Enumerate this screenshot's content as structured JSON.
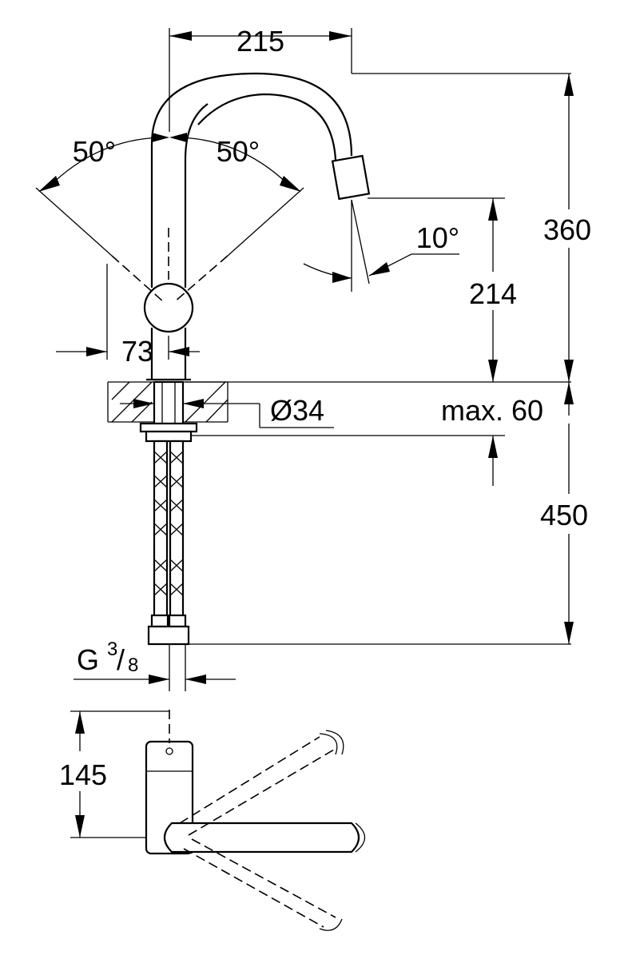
{
  "dimensions": {
    "spout_reach": "215",
    "left_angle": "50°",
    "right_angle": "50°",
    "spray_angle": "10°",
    "total_height": "360",
    "spout_height": "214",
    "lever_offset": "73",
    "hole_diameter": "Ø34",
    "max_counter": "max. 60",
    "hose_length": "450",
    "thread_g": "G",
    "thread_num": "3",
    "thread_sep": "/",
    "thread_den": "8",
    "top_view_depth": "145"
  }
}
